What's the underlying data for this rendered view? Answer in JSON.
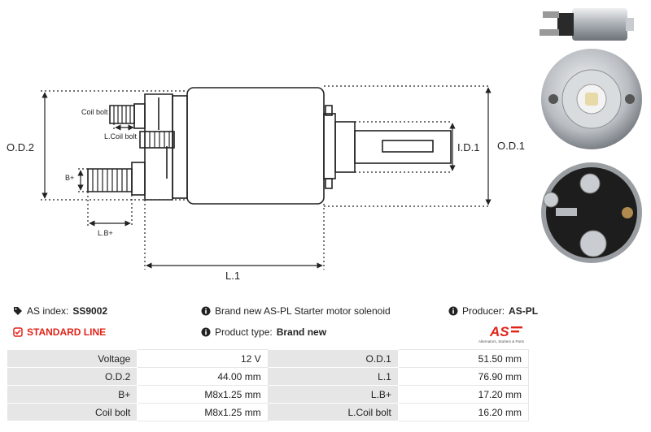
{
  "drawing": {
    "labels": {
      "coil_bolt": "Coil bolt",
      "l_coil_bolt": "L.Coil bolt",
      "b_plus": "B+",
      "l_b_plus": "L.B+",
      "od2": "O.D.2",
      "od1": "O.D.1",
      "id1": "I.D.1",
      "l1": "L.1"
    }
  },
  "info": {
    "as_index_label": "AS index:",
    "as_index_value": "SS9002",
    "line_label": "STANDARD LINE",
    "description": "Brand new AS-PL Starter motor solenoid",
    "product_type_label": "Product type:",
    "product_type_value": "Brand new",
    "producer_label": "Producer:",
    "producer_value": "AS-PL"
  },
  "logo": {
    "mark": "AS",
    "tagline": "Alternators, Starters & Parts"
  },
  "specs": [
    {
      "label1": "Voltage",
      "value1": "12 V",
      "label2": "O.D.1",
      "value2": "51.50 mm"
    },
    {
      "label1": "O.D.2",
      "value1": "44.00 mm",
      "label2": "L.1",
      "value2": "76.90 mm"
    },
    {
      "label1": "B+",
      "value1": "M8x1.25 mm",
      "label2": "L.B+",
      "value2": "17.20 mm"
    },
    {
      "label1": "Coil bolt",
      "value1": "M8x1.25 mm",
      "label2": "L.Coil bolt",
      "value2": "16.20 mm"
    }
  ],
  "colors": {
    "accent_red": "#e2231a",
    "table_label_bg": "#e6e6e6"
  }
}
